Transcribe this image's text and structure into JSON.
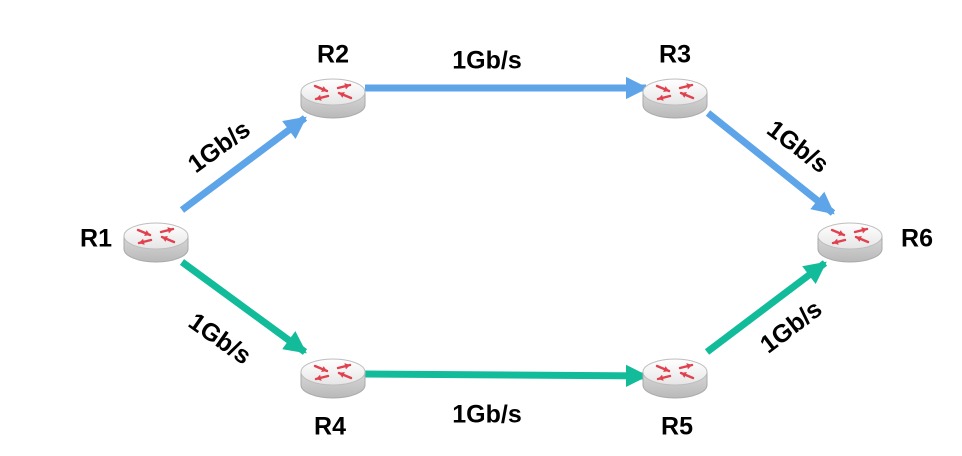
{
  "routers": [
    {
      "id": "R1",
      "label": "R1"
    },
    {
      "id": "R2",
      "label": "R2"
    },
    {
      "id": "R3",
      "label": "R3"
    },
    {
      "id": "R4",
      "label": "R4"
    },
    {
      "id": "R5",
      "label": "R5"
    },
    {
      "id": "R6",
      "label": "R6"
    }
  ],
  "links": [
    {
      "from": "R1",
      "to": "R2",
      "label": "1Gb/s",
      "path": "upper"
    },
    {
      "from": "R2",
      "to": "R3",
      "label": "1Gb/s",
      "path": "upper"
    },
    {
      "from": "R3",
      "to": "R6",
      "label": "1Gb/s",
      "path": "upper"
    },
    {
      "from": "R1",
      "to": "R4",
      "label": "1Gb/s",
      "path": "lower"
    },
    {
      "from": "R4",
      "to": "R5",
      "label": "1Gb/s",
      "path": "lower"
    },
    {
      "from": "R5",
      "to": "R6",
      "label": "1Gb/s",
      "path": "lower"
    }
  ],
  "colors": {
    "upper_path": "#5ea4e8",
    "lower_path": "#12bc9a",
    "router_body_top": "#f3f3f3",
    "router_body_side": "#cfcfcf",
    "router_arrows": "#e0414f"
  },
  "router_icon": "router-icon"
}
